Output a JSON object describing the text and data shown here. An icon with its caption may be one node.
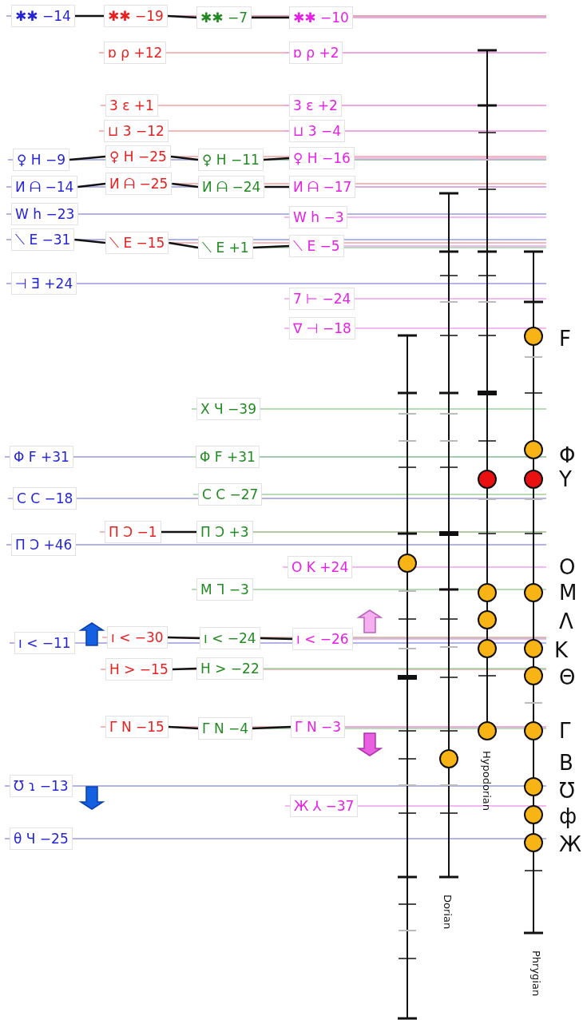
{
  "diagram": {
    "nodes": [
      {
        "text": [
          "✱✱ −14"
        ]
      },
      {
        "text": [
          "✱✱ −19"
        ]
      },
      {
        "text": [
          "✱✱ −7"
        ]
      },
      {
        "text": [
          "✱✱ −10"
        ]
      },
      {
        "text": [
          "ɒ ρ +12"
        ]
      },
      {
        "text": [
          "ɒ ρ +2"
        ]
      },
      {
        "text": [
          "3 ɛ +1"
        ]
      },
      {
        "text": [
          "3 ɛ +2"
        ]
      },
      {
        "text": [
          "⊔ 3 −12"
        ]
      },
      {
        "text": [
          "⊔ 3 −4"
        ]
      },
      {
        "text": [
          "♀ H −9"
        ]
      },
      {
        "text": [
          "♀ H −25"
        ]
      },
      {
        "text": [
          "♀ H −11"
        ]
      },
      {
        "text": [
          "♀ H −16"
        ]
      },
      {
        "text": [
          "И ᗩ −14"
        ]
      },
      {
        "text": [
          "И ᗩ −25"
        ]
      },
      {
        "text": [
          "И ᗩ −24"
        ]
      },
      {
        "text": [
          "И ᗩ −17"
        ]
      },
      {
        "text": [
          "W h −23"
        ]
      },
      {
        "text": [
          "W h −3"
        ]
      },
      {
        "text": [
          "⟍ E −31"
        ]
      },
      {
        "text": [
          "⟍ E −15"
        ]
      },
      {
        "text": [
          "⟍ E +1"
        ]
      },
      {
        "text": [
          "⟍ E −5"
        ]
      },
      {
        "text": [
          "⊣ Ǝ +24"
        ]
      },
      {
        "text": [
          "7 ⊢ −24"
        ]
      },
      {
        "text": [
          "∇ ⊣ −18"
        ]
      },
      {
        "text": [
          "X Ч −39"
        ]
      },
      {
        "text": [
          "Φ F +31"
        ]
      },
      {
        "text": [
          "Φ F +31"
        ]
      },
      {
        "text": [
          "C C −18"
        ]
      },
      {
        "text": [
          "C C −27"
        ]
      },
      {
        "text": [
          "Π Ͻ −1"
        ]
      },
      {
        "text": [
          "Π Ͻ +3"
        ]
      },
      {
        "text": [
          "Π Ͻ +46"
        ]
      },
      {
        "text": [
          "O K +24"
        ]
      },
      {
        "text": [
          "M ᒣ −3"
        ]
      },
      {
        "text": [
          "ı < −11"
        ]
      },
      {
        "text": [
          "ı < −30"
        ]
      },
      {
        "text": [
          "ı < −24"
        ]
      },
      {
        "text": [
          "ı < −26"
        ]
      },
      {
        "text": [
          "H > −15"
        ]
      },
      {
        "text": [
          "H > −22"
        ]
      },
      {
        "text": [
          "Γ N −15"
        ]
      },
      {
        "text": [
          "Γ N −4"
        ]
      },
      {
        "text": [
          "Γ N −3"
        ]
      },
      {
        "text": [
          "Ʊ ɿ −13"
        ]
      },
      {
        "text": [
          "Ж ⅄ −37"
        ]
      },
      {
        "text": [
          "θ Ч −25"
        ]
      }
    ],
    "edges": [
      {
        "from": 0,
        "to": 1,
        "arrow": "none"
      },
      {
        "from": 1,
        "to": 2,
        "arrow": "none"
      },
      {
        "from": 2,
        "to": 3,
        "arrow": "none"
      },
      {
        "from": 10,
        "to": 11,
        "arrow": "none"
      },
      {
        "from": 11,
        "to": 12,
        "arrow": "none"
      },
      {
        "from": 12,
        "to": 13,
        "arrow": "none"
      },
      {
        "from": 14,
        "to": 15,
        "arrow": "none"
      },
      {
        "from": 15,
        "to": 16,
        "arrow": "none"
      },
      {
        "from": 16,
        "to": 17,
        "arrow": "none"
      },
      {
        "from": 20,
        "to": 21,
        "arrow": "none"
      },
      {
        "from": 21,
        "to": 22,
        "arrow": "none"
      },
      {
        "from": 22,
        "to": 23,
        "arrow": "none"
      },
      {
        "from": 32,
        "to": 33,
        "arrow": "none"
      },
      {
        "from": 38,
        "to": 39,
        "arrow": "none"
      },
      {
        "from": 39,
        "to": 40,
        "arrow": "none"
      },
      {
        "from": 41,
        "to": 42,
        "arrow": "none"
      },
      {
        "from": 43,
        "to": 44,
        "arrow": "none"
      },
      {
        "from": 44,
        "to": 45,
        "arrow": "none"
      }
    ],
    "labels": [
      "F",
      "Φ",
      "Y",
      "O",
      "M",
      "Λ",
      "K",
      "Θ",
      "Γ",
      "B",
      "Ʊ",
      "ф",
      "Ж",
      "Hypodorian",
      "Dorian",
      "Phrygian"
    ]
  }
}
